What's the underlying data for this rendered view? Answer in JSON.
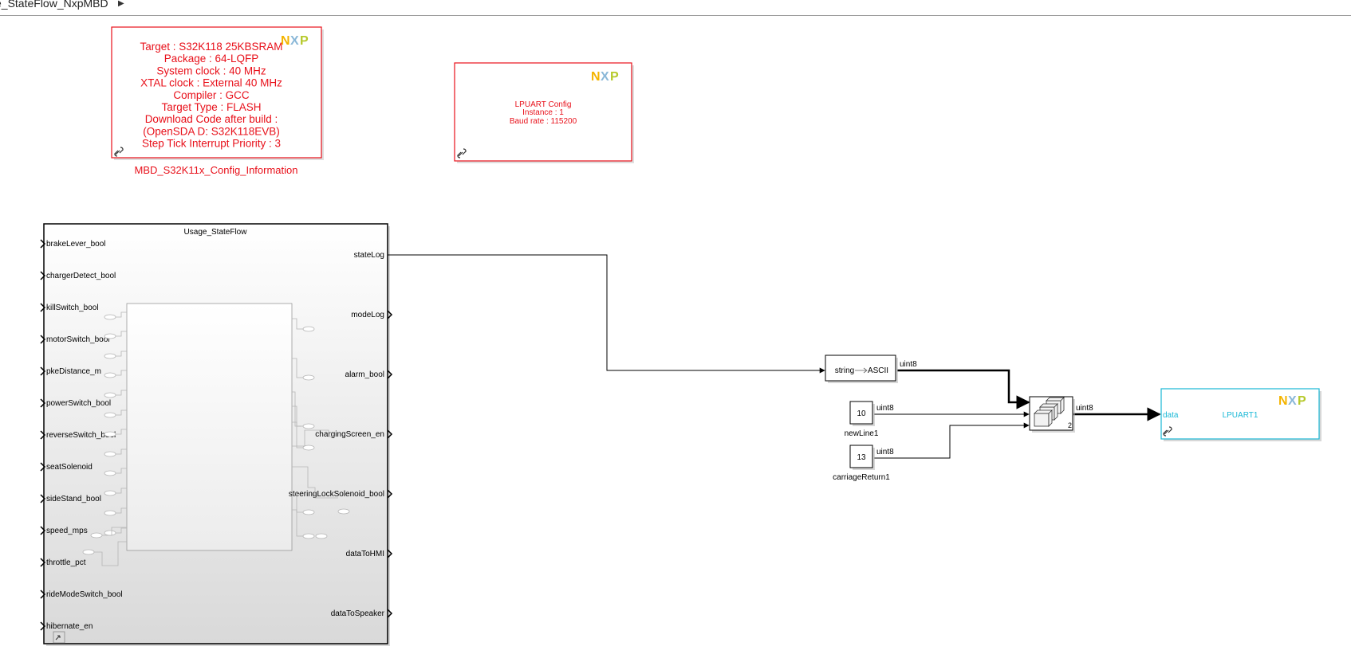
{
  "breadcrumb": {
    "model_name": "e_StateFlow_NxpMBD",
    "arrow": "▶"
  },
  "config_block": {
    "lines": [
      "Target : S32K118 25KBSRAM",
      "Package : 64-LQFP",
      "System clock : 40 MHz",
      "XTAL clock : External 40 MHz",
      "Compiler : GCC",
      "Target Type : FLASH",
      "Download Code after build :",
      "(OpenSDA D: S32K118EVB)",
      "Step Tick Interrupt Priority : 3"
    ],
    "name": "MBD_S32K11x_Config_Information",
    "logo": "NXP"
  },
  "lpuart_config_block": {
    "lines": [
      "LPUART Config",
      "Instance : 1",
      "Baud rate : 115200"
    ],
    "logo": "NXP"
  },
  "subsystem": {
    "title": "Usage_StateFlow",
    "inputs": [
      "brakeLever_bool",
      "chargerDetect_bool",
      "killSwitch_bool",
      "motorSwitch_bool",
      "pkeDistance_m",
      "powerSwitch_bool",
      "reverseSwitch_bool",
      "seatSolenoid",
      "sideStand_bool",
      "speed_mps",
      "throttle_pct",
      "rideModeSwitch_bool",
      "hibernate_en"
    ],
    "outputs": [
      "stateLog",
      "modeLog",
      "alarm_bool",
      "chargingScreen_en",
      "steeringLockSolenoid_bool",
      "dataToHMI",
      "dataToSpeaker"
    ]
  },
  "string_to_ascii": {
    "left": "string",
    "right": "ASCII",
    "out_type": "uint8"
  },
  "constants": [
    {
      "value": "10",
      "name": "newLine1",
      "out_type": "uint8"
    },
    {
      "value": "13",
      "name": "carriageReturn1",
      "out_type": "uint8"
    }
  ],
  "concat_block": {
    "dim": "2",
    "out_type": "uint8"
  },
  "lpuart_block": {
    "label": "LPUART1",
    "port": "data",
    "logo": "NXP"
  },
  "colors": {
    "config_red": "#e8101a",
    "lpuart_cyan": "#19b8d6",
    "line": "#000000"
  }
}
